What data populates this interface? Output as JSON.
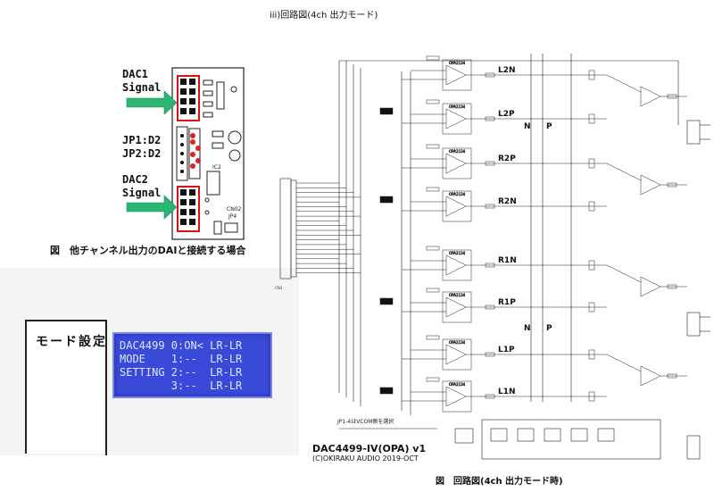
{
  "pcb_figure": {
    "dac1_label": [
      "DAC1",
      "Signal"
    ],
    "jp_labels": [
      "JP1:D2",
      "JP2:D2"
    ],
    "dac2_label": [
      "DAC2",
      "Signal"
    ],
    "caption": "図　他チャンネル出力のDAIと接続する場合",
    "silk": {
      "ic2": "IC2",
      "jp4": "JP4",
      "cnd2": "CN02"
    }
  },
  "lcd_figure": {
    "table_label": "モード設定",
    "lines": [
      "DAC4499 0:ON< LR-LR",
      "MODE    1:--  LR-LR",
      "SETTING 2:--  LR-LR",
      "        3:--  LR-LR"
    ]
  },
  "schematic": {
    "title": "iii)回路図(4ch 出力モード)",
    "signals": [
      "L2N",
      "L2P",
      "R2P",
      "R2N",
      "R1N",
      "R1P",
      "L1P",
      "L1N"
    ],
    "np_labels": [
      "N",
      "P",
      "N",
      "P"
    ],
    "note": "JP1-4はVCOM側を選択",
    "board_title": "DAC4499-IV(OPA) v1",
    "board_copy": "(C)OKIRAKU AUDIO 2019-OCT",
    "caption": "図　回路図(4ch 出力モード時)",
    "opamp_label": "OPA2134",
    "connector_label": "CN3"
  }
}
